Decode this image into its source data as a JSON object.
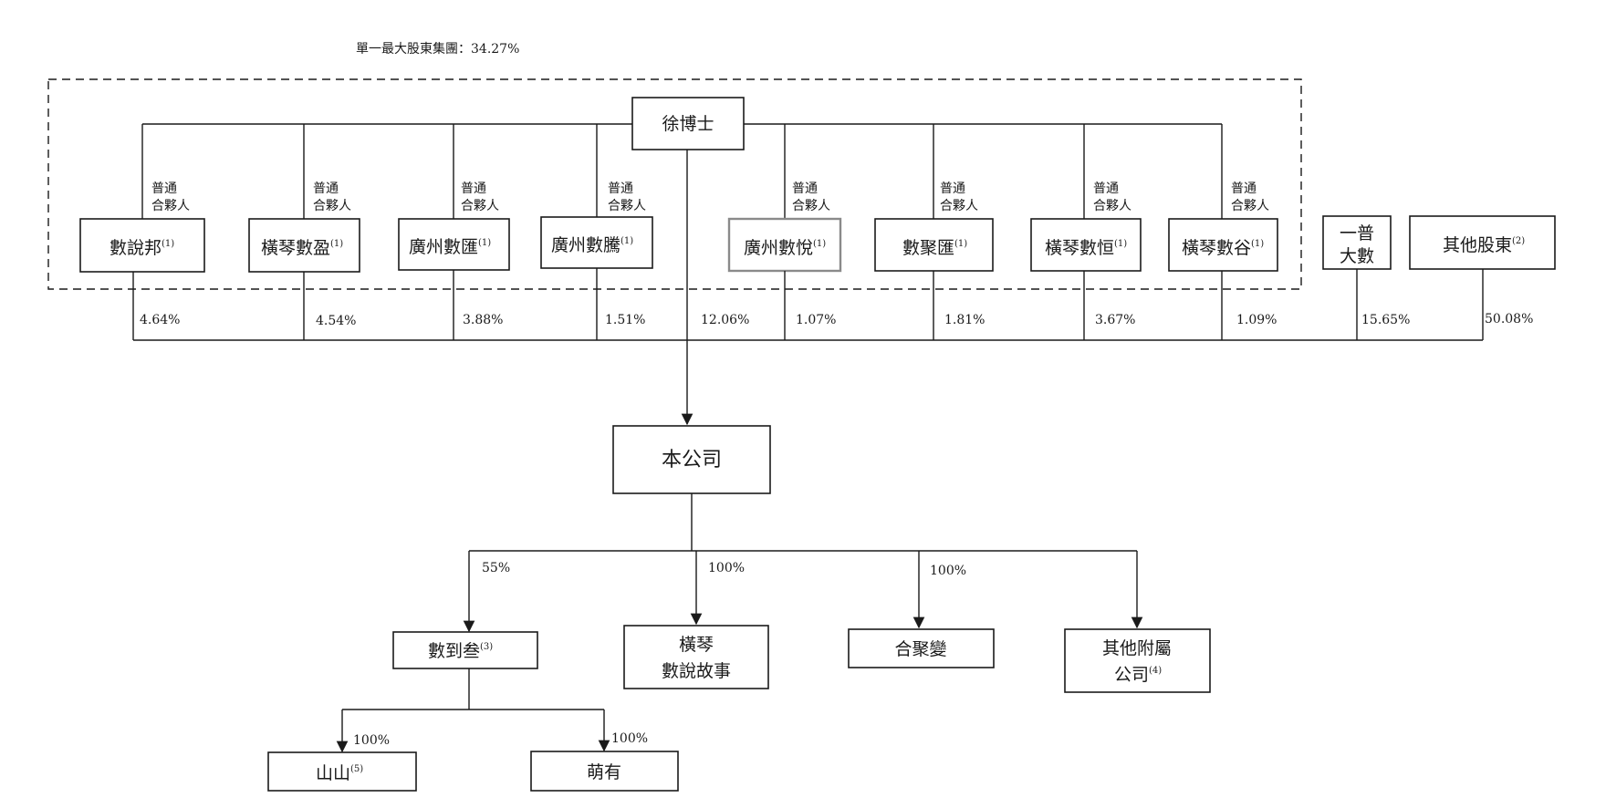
{
  "group_label": "單一最大股東集團：34.27%",
  "root": "徐博士",
  "gp_label_line1": "普通",
  "gp_label_line2": "合夥人",
  "holders": [
    {
      "name": "數說邦",
      "note": "(1)",
      "pct": "4.64%"
    },
    {
      "name": "橫琴數盈",
      "note": "(1)",
      "pct": "4.54%"
    },
    {
      "name": "廣州數匯",
      "note": "(1)",
      "pct": "3.88%"
    },
    {
      "name": "廣州數騰",
      "note": "(1)",
      "pct": "1.51%"
    },
    {
      "name": "廣州數悅",
      "note": "(1)",
      "pct": "1.07%"
    },
    {
      "name": "數聚匯",
      "note": "(1)",
      "pct": "1.81%"
    },
    {
      "name": "橫琴數恒",
      "note": "(1)",
      "pct": "3.67%"
    },
    {
      "name": "橫琴數谷",
      "note": "(1)",
      "pct": "1.09%"
    }
  ],
  "root_direct_pct": "12.06%",
  "yipu": {
    "line1": "一普",
    "line2": "大數",
    "pct": "15.65%"
  },
  "others": {
    "name": "其他股東",
    "note": "(2)",
    "pct": "50.08%"
  },
  "company": "本公司",
  "subsidiaries": [
    {
      "line1": "數到叁",
      "line2": "",
      "note": "(3)",
      "pct": "55%"
    },
    {
      "line1": "橫琴",
      "line2": "數說故事",
      "note": "",
      "pct": "100%"
    },
    {
      "line1": "合聚變",
      "line2": "",
      "note": "",
      "pct": "100%"
    },
    {
      "line1": "其他附屬",
      "line2": "公司",
      "note": "(4)",
      "pct": ""
    }
  ],
  "grandchildren": [
    {
      "name": "山山",
      "note": "(5)",
      "pct": "100%"
    },
    {
      "name": "萌有",
      "note": "",
      "pct": "100%"
    }
  ]
}
